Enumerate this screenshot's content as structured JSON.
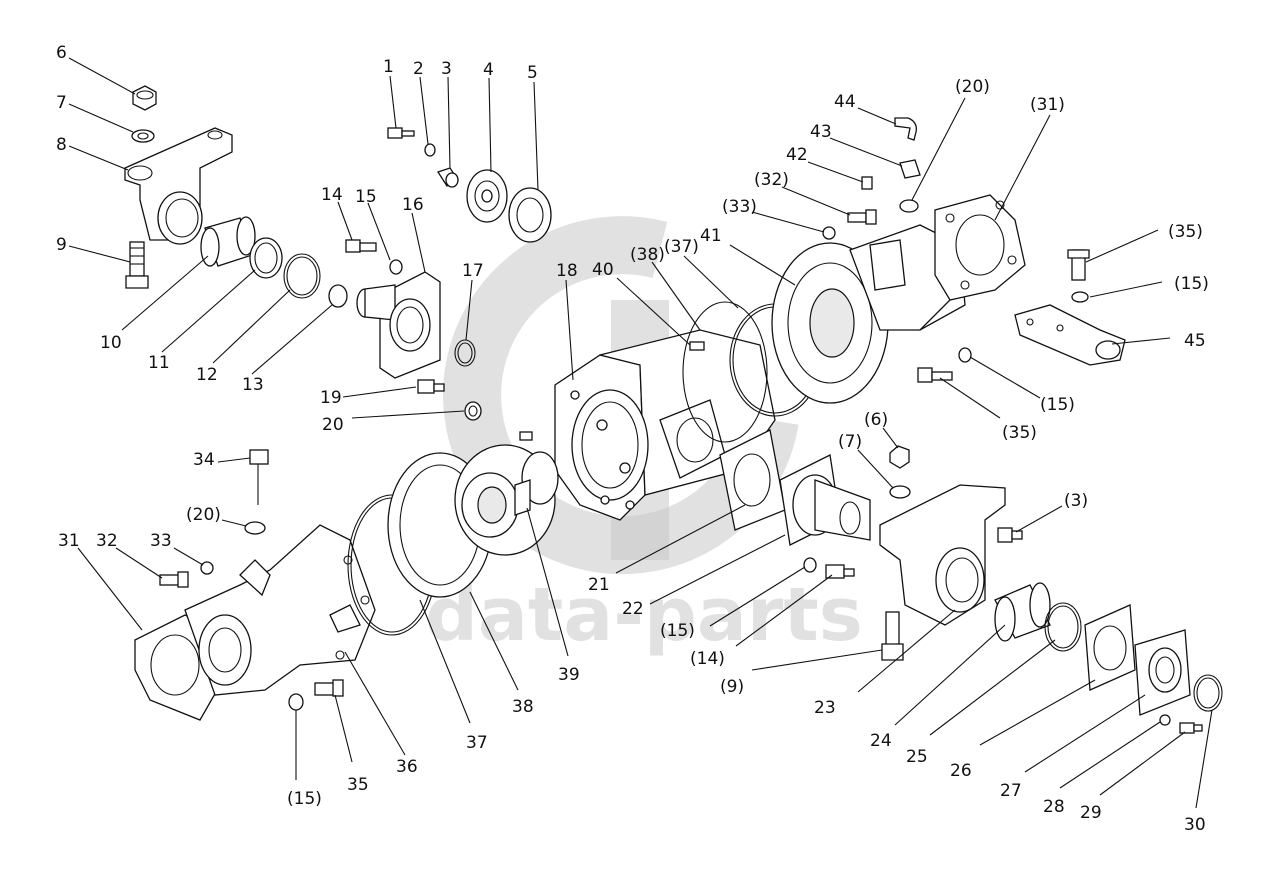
{
  "watermark": {
    "text": "data-parts",
    "color": "#c9c9c9"
  },
  "callouts": [
    {
      "id": "c6",
      "label": "6"
    },
    {
      "id": "c7",
      "label": "7"
    },
    {
      "id": "c8",
      "label": "8"
    },
    {
      "id": "c9",
      "label": "9"
    },
    {
      "id": "c10",
      "label": "10"
    },
    {
      "id": "c11",
      "label": "11"
    },
    {
      "id": "c12",
      "label": "12"
    },
    {
      "id": "c13",
      "label": "13"
    },
    {
      "id": "c1",
      "label": "1"
    },
    {
      "id": "c2",
      "label": "2"
    },
    {
      "id": "c3",
      "label": "3"
    },
    {
      "id": "c4",
      "label": "4"
    },
    {
      "id": "c5",
      "label": "5"
    },
    {
      "id": "c14",
      "label": "14"
    },
    {
      "id": "c15a",
      "label": "15"
    },
    {
      "id": "c16",
      "label": "16"
    },
    {
      "id": "c17",
      "label": "17"
    },
    {
      "id": "c18",
      "label": "18"
    },
    {
      "id": "c19",
      "label": "19"
    },
    {
      "id": "c20",
      "label": "20"
    },
    {
      "id": "c40",
      "label": "40"
    },
    {
      "id": "c38p",
      "label": "(38)"
    },
    {
      "id": "c37p",
      "label": "(37)"
    },
    {
      "id": "c41",
      "label": "41"
    },
    {
      "id": "c44",
      "label": "44"
    },
    {
      "id": "c43",
      "label": "43"
    },
    {
      "id": "c42",
      "label": "42"
    },
    {
      "id": "c20p",
      "label": "(20)"
    },
    {
      "id": "c31p",
      "label": "(31)"
    },
    {
      "id": "c32p",
      "label": "(32)"
    },
    {
      "id": "c33p",
      "label": "(33)"
    },
    {
      "id": "c35pa",
      "label": "(35)"
    },
    {
      "id": "c15pa",
      "label": "(15)"
    },
    {
      "id": "c45",
      "label": "45"
    },
    {
      "id": "c15pb",
      "label": "(15)"
    },
    {
      "id": "c35pb",
      "label": "(35)"
    },
    {
      "id": "c6p",
      "label": "(6)"
    },
    {
      "id": "c7p",
      "label": "(7)"
    },
    {
      "id": "c3p",
      "label": "(3)"
    },
    {
      "id": "c34",
      "label": "34"
    },
    {
      "id": "c20pb",
      "label": "(20)"
    },
    {
      "id": "c31",
      "label": "31"
    },
    {
      "id": "c32",
      "label": "32"
    },
    {
      "id": "c33",
      "label": "33"
    },
    {
      "id": "c21",
      "label": "21"
    },
    {
      "id": "c22",
      "label": "22"
    },
    {
      "id": "c15pc",
      "label": "(15)"
    },
    {
      "id": "c14p",
      "label": "(14)"
    },
    {
      "id": "c9p",
      "label": "(9)"
    },
    {
      "id": "c39",
      "label": "39"
    },
    {
      "id": "c38",
      "label": "38"
    },
    {
      "id": "c37",
      "label": "37"
    },
    {
      "id": "c36",
      "label": "36"
    },
    {
      "id": "c35",
      "label": "35"
    },
    {
      "id": "c15pd",
      "label": "(15)"
    },
    {
      "id": "c23",
      "label": "23"
    },
    {
      "id": "c24",
      "label": "24"
    },
    {
      "id": "c25",
      "label": "25"
    },
    {
      "id": "c26",
      "label": "26"
    },
    {
      "id": "c27",
      "label": "27"
    },
    {
      "id": "c28",
      "label": "28"
    },
    {
      "id": "c29",
      "label": "29"
    },
    {
      "id": "c30",
      "label": "30"
    }
  ]
}
